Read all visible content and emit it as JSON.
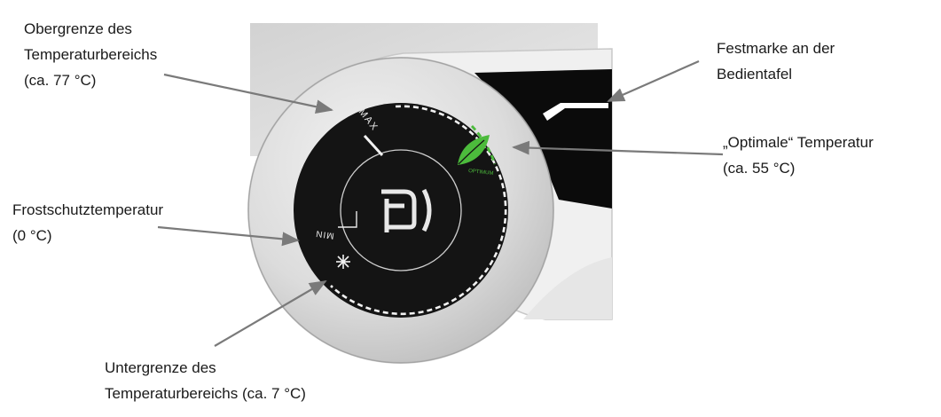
{
  "labels": {
    "upper_limit": {
      "line1": "Obergrenze des",
      "line2": "Temperaturbereichs",
      "line3": "(ca. 77 °C)"
    },
    "fixed_mark": {
      "line1": "Festmarke an der",
      "line2": "Bedientafel"
    },
    "optimum": {
      "line1": "„Optimale“ Temperatur",
      "line2": "(ca. 55 °C)"
    },
    "frost": {
      "line1": "Frostschutztemperatur",
      "line2": "(0 °C)"
    },
    "lower_limit": {
      "line1": "Untergrenze des",
      "line2": "Temperaturbereichs (ca. 7 °C)"
    }
  },
  "dial": {
    "max_text": "MAX",
    "min_text": "MIN",
    "optimum_text": "OPTIMUM",
    "logo_icon": "brand-logo-icon",
    "frost_icon": "snowflake-icon",
    "optimum_icon": "leaf-icon"
  },
  "colors": {
    "dial_face": "#141414",
    "bezel": "#d8d8d8",
    "housing": "#e4e4e4",
    "panel": "#0b0b0b",
    "arrow": "#7a7a7a",
    "optimum_green": "#4cbb3c"
  }
}
